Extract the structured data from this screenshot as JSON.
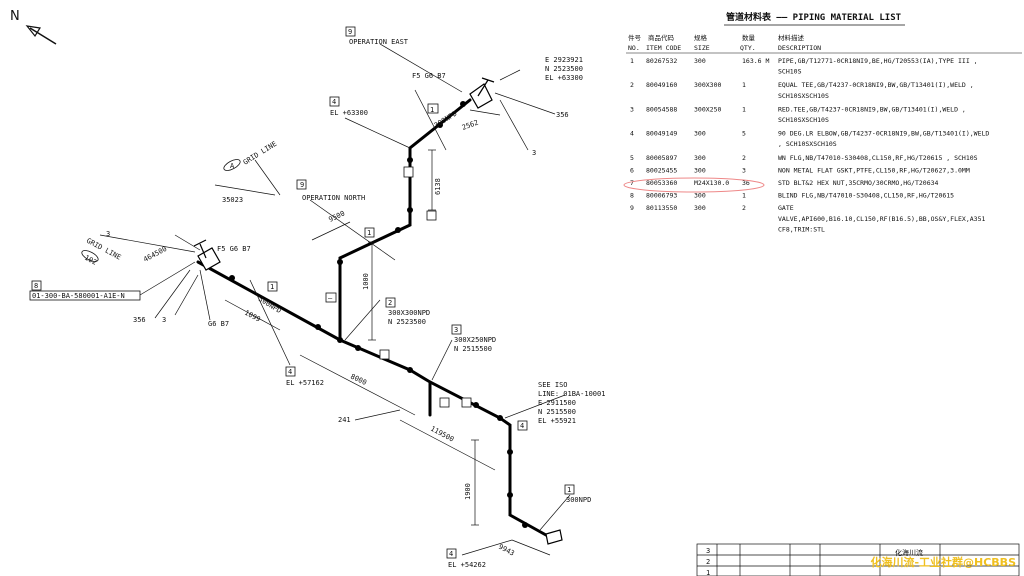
{
  "north": "N",
  "material_list": {
    "title": "管道材料表 —— PIPING MATERIAL LIST",
    "headers": {
      "no_cn": "件号",
      "code_cn": "商品代码",
      "size_cn": "规格",
      "qty_cn": "数量",
      "desc_cn": "材料描述",
      "no": "NO.",
      "code": "ITEM CODE",
      "size": "SIZE",
      "qty": "QTY.",
      "desc": "DESCRIPTION"
    },
    "rows": [
      {
        "no": "1",
        "code": "80267532",
        "size": "300",
        "qty": "163.6 M",
        "desc": [
          "PIPE,GB/T12771-0CR18NI9,BE,HG/T20553(IA),TYPE III ,",
          "SCH10S"
        ]
      },
      {
        "no": "2",
        "code": "80049160",
        "size": "300X300",
        "qty": "1",
        "desc": [
          "EQUAL TEE,GB/T4237-0CR18NI9,BW,GB/T13401(I),WELD ,",
          "SCH10SXSCH10S"
        ]
      },
      {
        "no": "3",
        "code": "80054588",
        "size": "300X250",
        "qty": "1",
        "desc": [
          "RED.TEE,GB/T4237-0CR18NI9,BW,GB/T13401(I),WELD ,",
          "SCH10SXSCH10S"
        ]
      },
      {
        "no": "4",
        "code": "80049149",
        "size": "300",
        "qty": "5",
        "desc": [
          "90 DEG.LR ELBOW,GB/T4237-0CR18NI9,BW,GB/T13401(I),WELD",
          ", SCH10SXSCH10S"
        ]
      },
      {
        "no": "5",
        "code": "80005897",
        "size": "300",
        "qty": "2",
        "desc": [
          "WN FLG,NB/T47010-S30408,CL150,RF,HG/T20615 , SCH10S"
        ]
      },
      {
        "no": "6",
        "code": "80025455",
        "size": "300",
        "qty": "3",
        "desc": [
          "NON METAL FLAT GSKT,PTFE,CL150,RF,HG/T20627,3.0MM"
        ]
      },
      {
        "no": "7",
        "code": "80053360",
        "size": "M24X130.0",
        "qty": "36",
        "desc": [
          "STD BLT&2 HEX NUT,35CRMO/30CRMO,HG/T20634"
        ]
      },
      {
        "no": "8",
        "code": "80006793",
        "size": "300",
        "qty": "1",
        "desc": [
          "BLIND FLG,NB/T47010-S30408,CL150,RF,HG/T20615"
        ]
      },
      {
        "no": "9",
        "code": "80113550",
        "size": "300",
        "qty": "2",
        "desc": [
          "GATE",
          "VALVE,API600,B16.10,CL150,RF(B16.5),BB,OS&Y,FLEX,A351",
          "CF8,TRIM:STL"
        ]
      }
    ]
  },
  "labels": {
    "op_east_num": "9",
    "op_east": "OPERATION EAST",
    "top_coord_e": "E 2923921",
    "top_coord_n": "N 2523500",
    "top_coord_el": "EL +63300",
    "flange_top": "F5 G6 B7",
    "dim_356_top": "356",
    "el_top_num": "4",
    "el_top": "EL +63300",
    "npd_top": "300NPD",
    "dim_2562": "2562",
    "dim_3_top": "3",
    "dim_6138": "6138",
    "grid_line_1": "GRID LINE",
    "grid_a": "A",
    "dim_35023": "35023",
    "op_north_num": "9",
    "op_north": "OPERATION NORTH",
    "dim_9500": "9500",
    "dim_1000": "1000",
    "grid_line_2": "GRID LINE",
    "grid_102": "102",
    "dim_46450": "464500",
    "dim_3_left": "3",
    "flange_left": "F5 G6 B7",
    "line_num": "8",
    "line_id": "01-300-BA-580001-A1E-N",
    "dim_356_left": "356",
    "dim_3_left2": "3",
    "g6b7": "G6 B7",
    "npd_mid": "300NPD",
    "dim_1099": "1099",
    "tee_num": "2",
    "tee_size": "300X300NPD",
    "tee_n": "N 2523500",
    "el_mid_num": "4",
    "el_mid": "EL +57162",
    "dim_8000": "8000",
    "red_tee_num": "3",
    "red_tee_size": "300X250NPD",
    "red_tee_n": "N 2515500",
    "see_iso": "SEE ISO",
    "see_line": "LINE: 01BA-10001",
    "see_e": "E 2911500",
    "see_n": "N 2515500",
    "see_el": "EL +55921",
    "dim_241": "241",
    "dim_19500": "119500",
    "elbow_num": "4",
    "dim_1900": "1900",
    "pipe_num": "1",
    "npd_bottom": "300NPD",
    "dim_9943": "9943",
    "el_bot_num": "4",
    "el_bot": "EL +54262",
    "part1": "1",
    "part2": "1",
    "part3": "1",
    "part_x": "—"
  },
  "title_block": {
    "r1": "3",
    "r2": "2",
    "r3": "1",
    "text": "化海川流"
  },
  "watermark": "化海川流-工业社群@HCBBS"
}
